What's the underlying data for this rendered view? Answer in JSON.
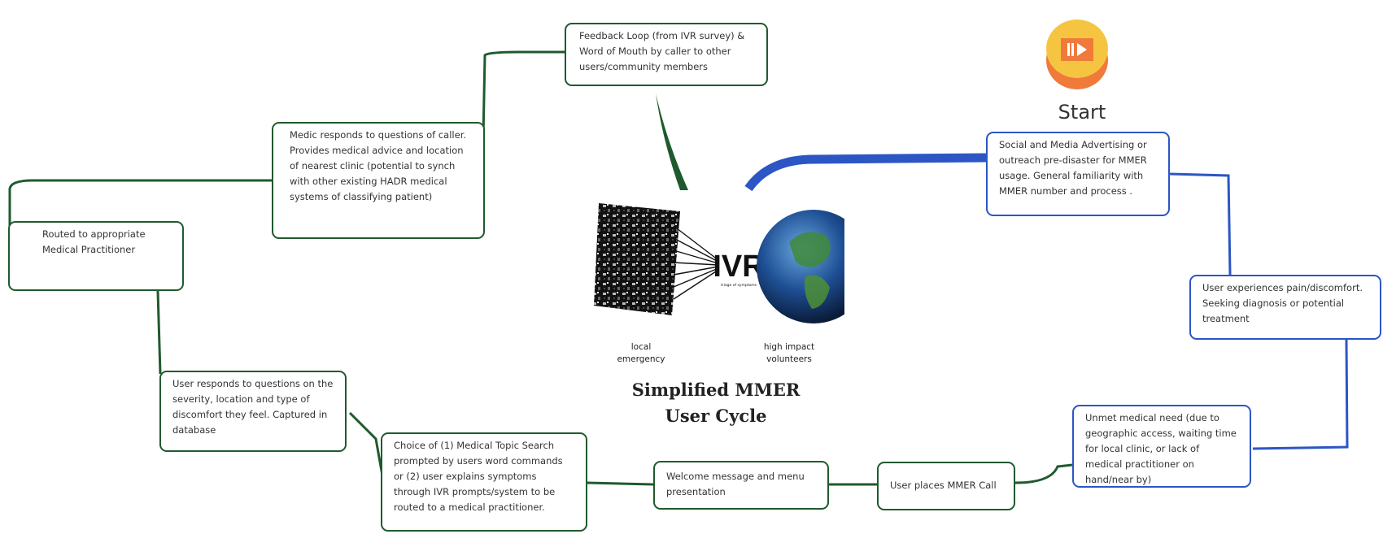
{
  "title": [
    "Simplified MMER",
    "User Cycle"
  ],
  "start_label": "Start",
  "image_captions": {
    "left": [
      "local",
      "emergency"
    ],
    "right": [
      "high impact",
      "volunteers"
    ],
    "center": "IVR",
    "subtext": "triage of symptoms"
  },
  "nodes": {
    "social": "Social and Media Advertising or outreach pre-disaster for MMER usage. General familiarity with MMER number and process .",
    "pain": "User experiences pain/discomfort. Seeking diagnosis or potential treatment",
    "unmet": "Unmet medical need (due to geographic access, waiting time for local clinic, or lack of medical practitioner on hand/near by)",
    "call": "User places MMER Call",
    "welcome": "Welcome message and menu presentation",
    "choice": "Choice of (1) Medical Topic Search prompted by users word commands or (2) user explains symptoms through IVR prompts/system to be routed to a medical practitioner.",
    "responds": "User responds to questions on the severity, location and type of discomfort they feel. Captured in database",
    "routed": "Routed to appropriate Medical Practitioner",
    "medic": "Medic responds to questions of caller. Provides medical advice and location of nearest clinic (potential to synch with other existing HADR medical systems of classifying patient)",
    "feedback": "Feedback Loop (from IVR survey) & Word of Mouth by caller to other users/community members"
  },
  "colors": {
    "green": "#1f5a2e",
    "blue": "#2c56c4",
    "start_orange": "#f07a3a",
    "start_disc": "#f5c542"
  }
}
